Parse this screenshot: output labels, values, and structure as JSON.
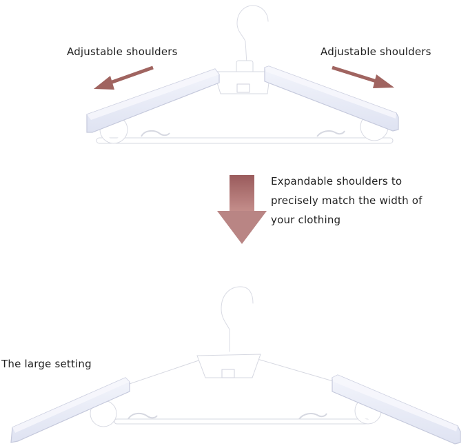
{
  "labels": {
    "top_left": "Adjustable shoulders",
    "top_right": "Adjustable shoulders",
    "expand": [
      "Expandable shoulders to",
      "precisely match the width of",
      "your clothing"
    ],
    "large_setting": "The large setting"
  },
  "colors": {
    "arrow": "#a9706f",
    "arrow_small": "#a06460",
    "shoulder_pad": "#e6e9f6",
    "shoulder_edge": "#c9cde0",
    "hanger_frame": "#ffffff",
    "hanger_stroke": "#d8dae3"
  }
}
